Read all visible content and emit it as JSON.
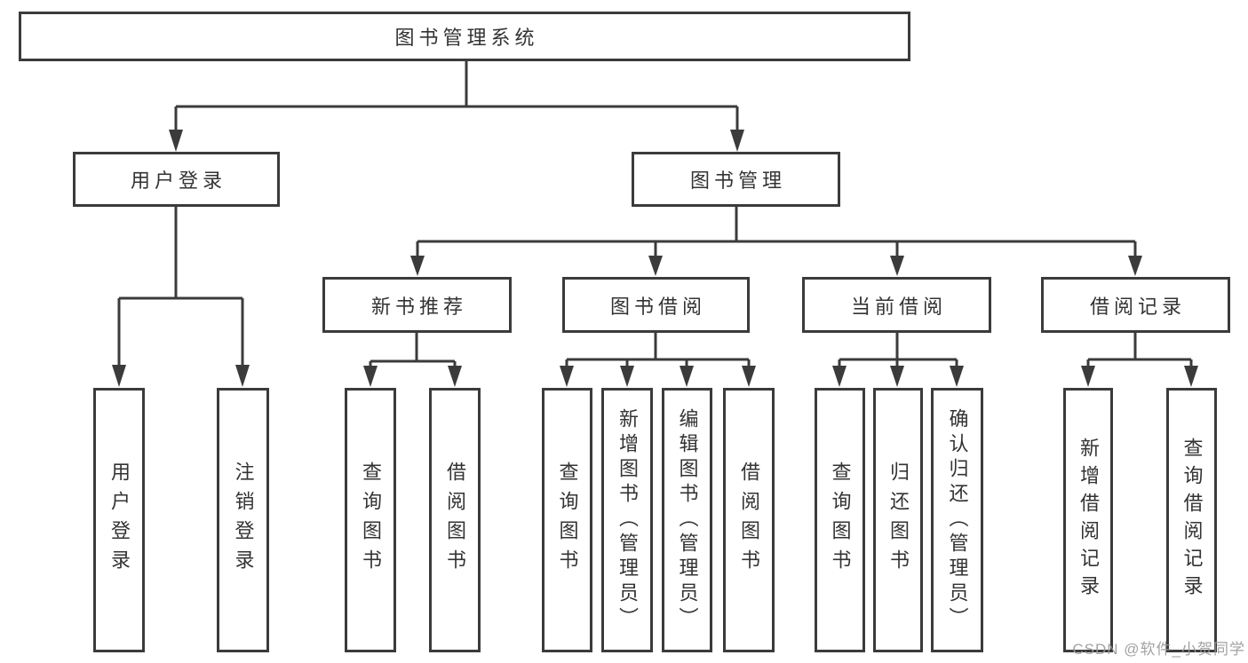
{
  "colors": {
    "background": "#ffffff",
    "line": "#3b3b3b",
    "box_border": "#3b3b3b",
    "text": "#333333",
    "watermark": "#9a9a9a"
  },
  "nodes": {
    "root": {
      "label": "图书管理系统"
    },
    "level2": [
      {
        "label": "用户登录"
      },
      {
        "label": "图书管理"
      }
    ],
    "level3": [
      {
        "label": "新书推荐"
      },
      {
        "label": "图书借阅"
      },
      {
        "label": "当前借阅"
      },
      {
        "label": "借阅记录"
      }
    ],
    "leaves_user_login": [
      "用户登录",
      "注销登录"
    ],
    "leaves_new_book": [
      "查询图书",
      "借阅图书"
    ],
    "leaves_book_borrow": [
      "查询图书",
      "新增图书（管理员）",
      "编辑图书（管理员）",
      "借阅图书"
    ],
    "leaves_current_borrow": [
      "查询图书",
      "归还图书",
      "确认归还（管理员）"
    ],
    "leaves_borrow_record": [
      "新增借阅记录",
      "查询借阅记录"
    ]
  },
  "watermark": {
    "text": "CSDN @软件_小贺同学"
  }
}
